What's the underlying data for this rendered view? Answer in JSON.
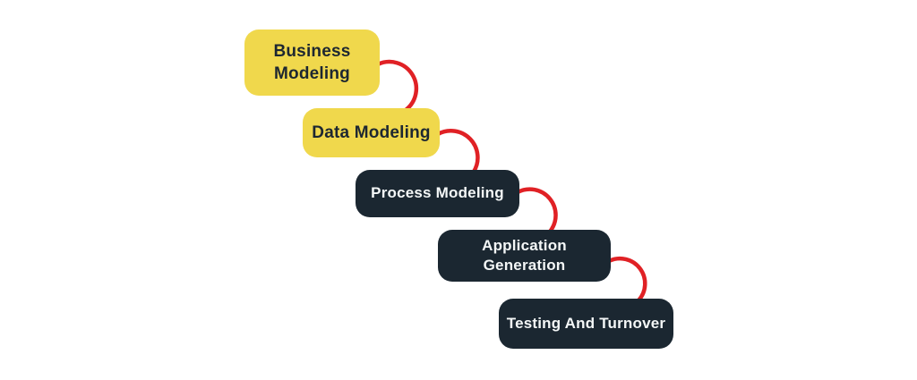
{
  "diagram": {
    "type": "stair-step-flow",
    "background": "#ffffff",
    "colors": {
      "page_bg": "#ffffff",
      "stage_yellow": "#f0d84c",
      "stage_dark": "#1b2731",
      "connector_red": "#e02125",
      "text_on_yellow": "#1d2731",
      "text_on_dark": "#f4f7f7"
    },
    "nodes": [
      {
        "label": "Business Modeling",
        "variant": "yellow"
      },
      {
        "label": "Data Modeling",
        "variant": "yellow"
      },
      {
        "label": "Process Modeling",
        "variant": "dark"
      },
      {
        "label": "Application Generation",
        "variant": "dark"
      },
      {
        "label": "Testing And Turnover",
        "variant": "dark"
      }
    ],
    "connections": [
      {
        "from": "Business Modeling",
        "to": "Data Modeling"
      },
      {
        "from": "Data Modeling",
        "to": "Process Modeling"
      },
      {
        "from": "Process Modeling",
        "to": "Application Generation"
      },
      {
        "from": "Application Generation",
        "to": "Testing And Turnover"
      }
    ]
  }
}
